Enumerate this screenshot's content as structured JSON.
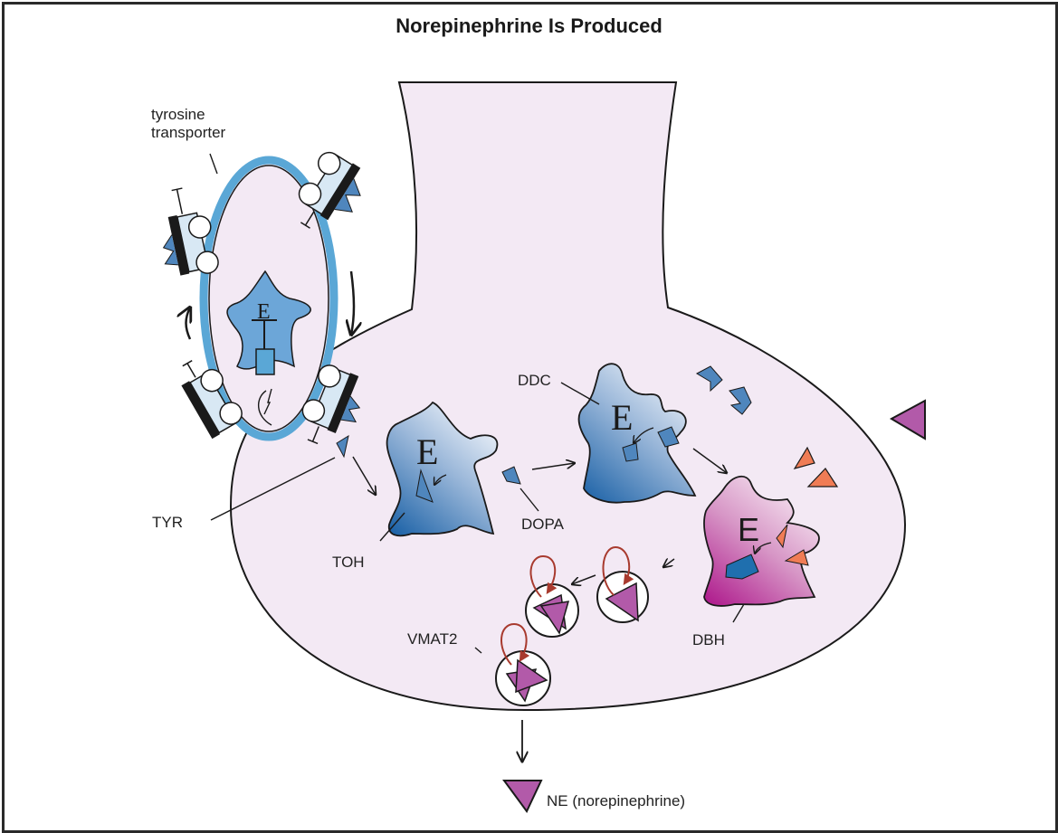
{
  "title": "Norepinephrine Is Produced",
  "labels": {
    "tyrosine_transporter_line1": "tyrosine",
    "tyrosine_transporter_line2": "transporter",
    "tyr": "TYR",
    "toh": "TOH",
    "dopa": "DOPA",
    "ddc": "DDC",
    "dbh": "DBH",
    "vmat2": "VMAT2",
    "ne_legend": "NE (norepinephrine)"
  },
  "enzyme_letter": "E",
  "colors": {
    "terminal_fill": "#f3e9f4",
    "outline": "#1a1a1a",
    "transporter_ring": "#5aa7d6",
    "enzyme_blue": "#3f78b5",
    "enzyme_blue_light": "#eef3fa",
    "enzyme_magenta": "#b22a95",
    "enzyme_magenta_light": "#f6e9f3",
    "substrate_blue": "#4f86bd",
    "ne_purple": "#b25aa9",
    "dopamine_orange": "#f07c55",
    "vesicle_pump_arrow": "#a83a2e"
  }
}
